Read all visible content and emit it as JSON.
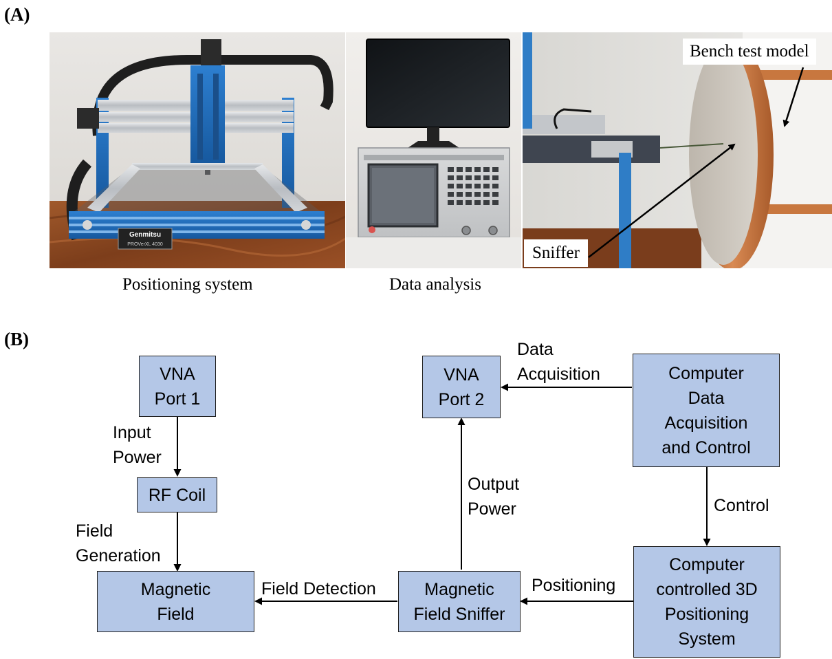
{
  "panels": {
    "a_label": "(A)",
    "b_label": "(B)"
  },
  "photos": {
    "positioning": {
      "caption": "Positioning system",
      "brand": "Genmitsu",
      "model": "PROVerXL 4030"
    },
    "analysis": {
      "caption": "Data analysis"
    },
    "bench": {
      "bench_label": "Bench test model",
      "sniffer_label": "Sniffer"
    }
  },
  "diagram": {
    "nodes": {
      "vna1": "VNA\nPort 1",
      "rfcoil": "RF Coil",
      "magfield": "Magnetic\nField",
      "vna2": "VNA\nPort 2",
      "computer": "Computer\nData\nAcquisition\nand Control",
      "sniffer": "Magnetic\nField Sniffer",
      "positioning": "Computer\ncontrolled 3D\nPositioning\nSystem"
    },
    "edges": {
      "input_power": "Input\nPower",
      "field_generation": "Field\nGeneration",
      "field_detection": "Field Detection",
      "output_power": "Output\nPower",
      "data_acquisition": "Data\nAcquisition",
      "control": "Control",
      "positioning": "Positioning"
    }
  }
}
